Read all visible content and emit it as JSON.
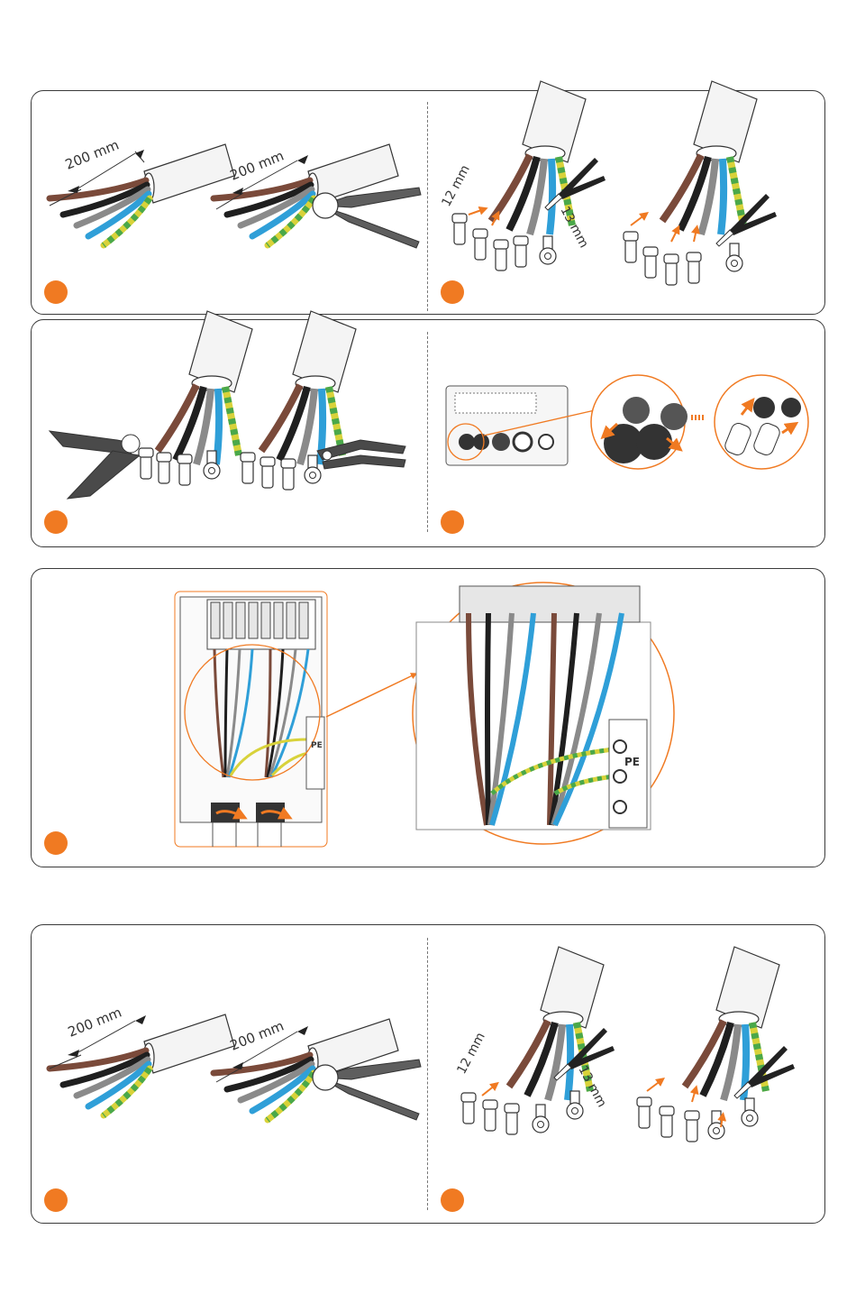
{
  "accent_color": "#f07a22",
  "wire_colors": {
    "brown": "#7a4a3a",
    "black": "#1f1f1f",
    "gray": "#8a8a8a",
    "blue": "#2f9fd8",
    "yellow": "#d8d23a",
    "green": "#4aa84a"
  },
  "labels": {
    "strip_length": "200 mm",
    "ferrule_length": "12 mm",
    "lug_length": "13 mm",
    "pe_label": "PE"
  }
}
